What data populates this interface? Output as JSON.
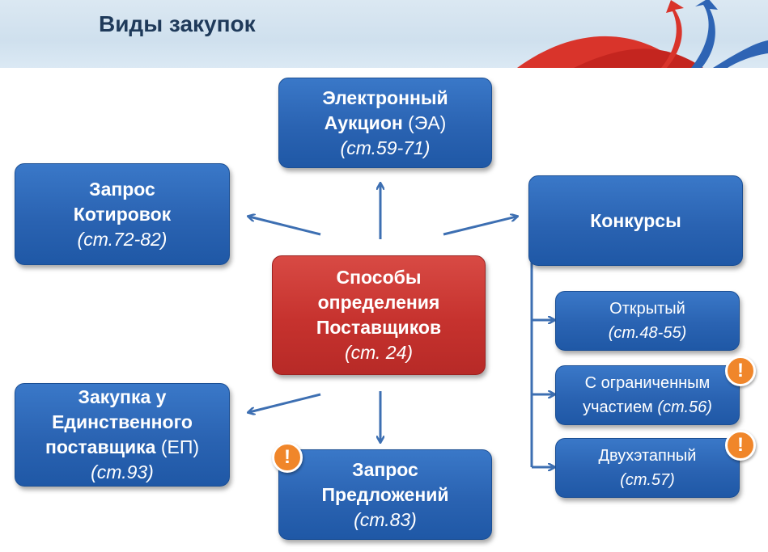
{
  "title": "Виды закупок",
  "center": {
    "line1": "Способы",
    "line2": "определения",
    "line3": "Поставщиков",
    "ref": "(ст. 24)"
  },
  "auction": {
    "line1": "Электронный",
    "line2_bold": "Аукцион",
    "line2_rest": " (ЭА)",
    "ref": "(ст.59-71)"
  },
  "quotes": {
    "line1": "Запрос",
    "line2": "Котировок",
    "ref": "(ст.72-82)"
  },
  "contests": {
    "label": "Конкурсы"
  },
  "single": {
    "line1": "Закупка у",
    "line2": "Единственного",
    "line3_bold": "поставщика",
    "line3_rest": " (ЕП)",
    "ref": "(ст.93)"
  },
  "proposals": {
    "line1": "Запрос",
    "line2": "Предложений",
    "ref": "(ст.83)"
  },
  "contest_types": [
    {
      "label": "Открытый",
      "ref": "(ст.48-55)"
    },
    {
      "label": "С ограниченным",
      "label2": "участием",
      "ref": "(ст.56)"
    },
    {
      "label": "Двухэтапный",
      "ref": "(ст.57)"
    }
  ],
  "warning_glyph": "!",
  "colors": {
    "blue": "#2a63b2",
    "red": "#c6322e",
    "warning": "#f0862a",
    "arrow": "#3d6fb2"
  }
}
